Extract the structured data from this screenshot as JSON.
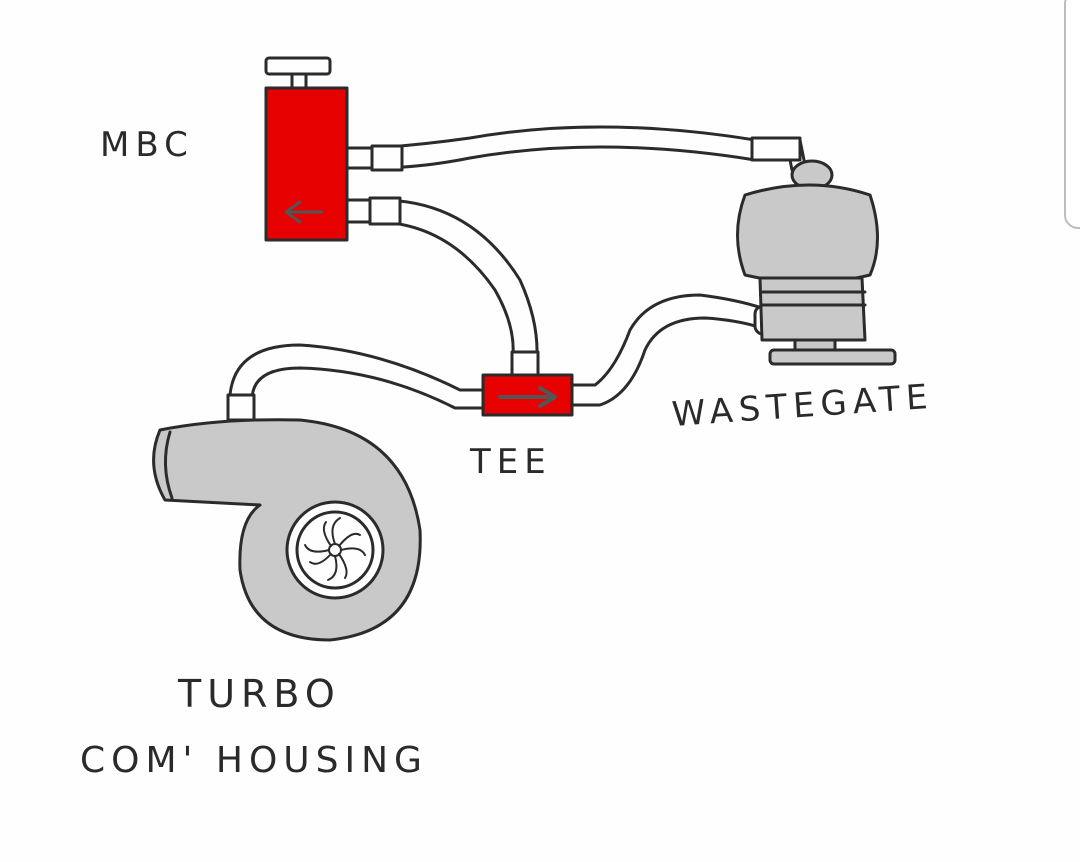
{
  "labels": {
    "mbc": "MBC",
    "tee": "TEE",
    "wastegate": "WASTEGATE",
    "turbo_line1": "TURBO",
    "turbo_line2": "COM' HOUSING"
  },
  "colors": {
    "red": "#e60000",
    "gray": "#c9c9c9",
    "outline": "#2b2b2b",
    "background": "#fefefe"
  }
}
